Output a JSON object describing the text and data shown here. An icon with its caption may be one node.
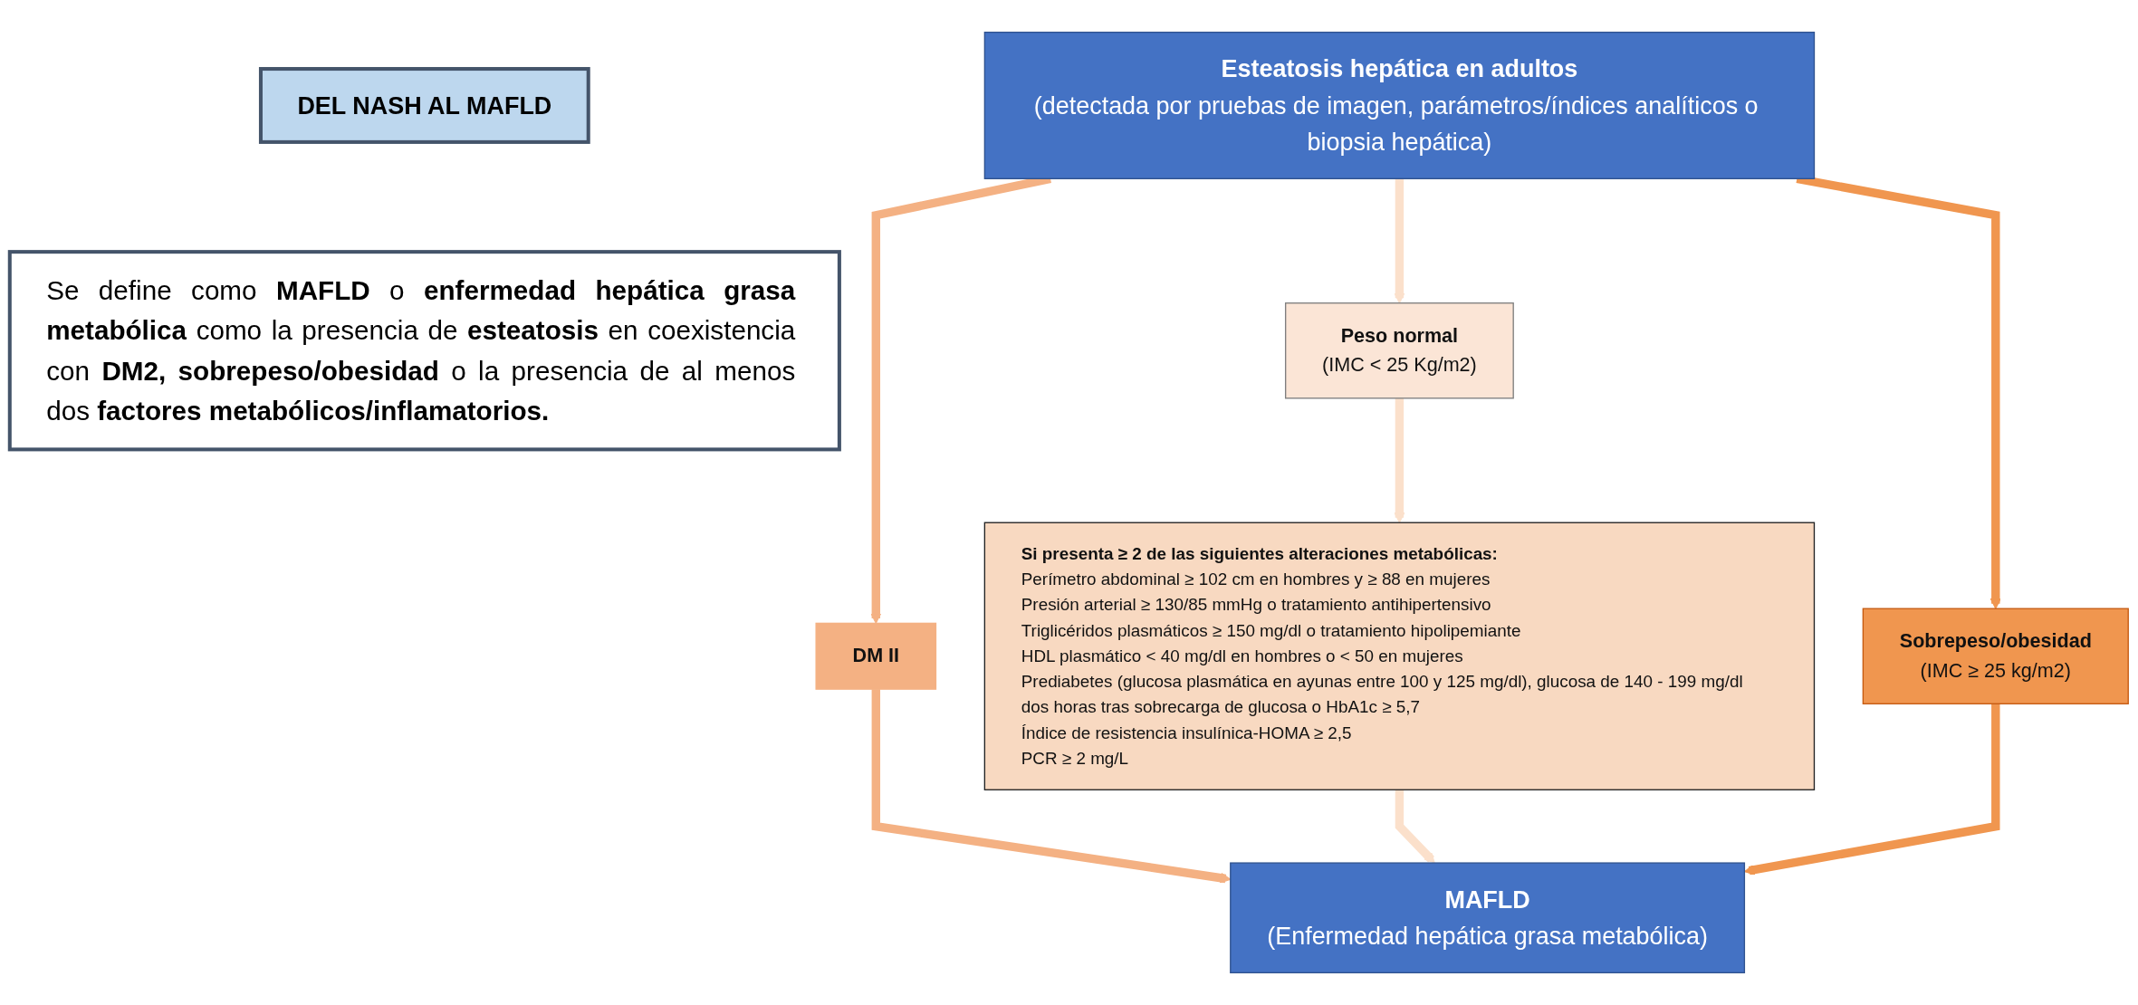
{
  "diagram": {
    "nodes": [
      {
        "text": [
          "Esteatosis hepática en adultos",
          "(detectada por pruebas de imagen, parámetros/índices analíticos o biopsia hepática)"
        ]
      },
      {
        "text": [
          "DM II"
        ]
      },
      {
        "text": [
          "Peso normal",
          "(IMC < 25 Kg/m2)"
        ]
      },
      {
        "text": [
          "Sobrepeso/obesidad",
          "(IMC ≥ 25 kg/m2)"
        ]
      },
      {
        "text": [
          "Si presenta ≥ 2 de las siguientes alteraciones metabólicas:",
          "Perímetro abdominal ≥ 102 cm en hombres y ≥ 88 en mujeres",
          "Presión arterial ≥ 130/85 mmHg o tratamiento antihipertensivo",
          "Triglicéridos plasmáticos ≥ 150 mg/dl o tratamiento hipolipemiante",
          "HDL plasmático < 40 mg/dl en hombres o < 50 en mujeres",
          "Prediabetes (glucosa plasmática en ayunas entre 100 y 125 mg/dl), glucosa de 140 - 199 mg/dl dos horas tras sobrecarga de glucosa o HbA1c ≥ 5,7",
          "Índice de resistencia insulínica-HOMA ≥ 2,5",
          "PCR ≥ 2 mg/L"
        ]
      },
      {
        "text": [
          "MAFLD",
          "(Enfermedad hepática grasa metabólica)"
        ]
      },
      {
        "text": [
          "DEL NASH AL MAFLD"
        ]
      },
      {
        "text": [
          "Se define como **MAFLD** o **enfermedad hepática grasa metabólica** como la presencia de **esteatosis** en coexistencia con **DM2, sobrepeso/obesidad** o la presencia de al menos dos **factores metabólicos/inflamatorios.**"
        ]
      }
    ],
    "edges": [
      {
        "from": 0,
        "to": 1,
        "arrow": "to",
        "color": "#f4b183"
      },
      {
        "from": 0,
        "to": 2,
        "arrow": "to",
        "color": "#fbe0cb"
      },
      {
        "from": 0,
        "to": 3,
        "arrow": "to",
        "color": "#f0964f"
      },
      {
        "from": 1,
        "to": 5,
        "arrow": "to",
        "color": "#f4b183"
      },
      {
        "from": 2,
        "to": 4,
        "arrow": "to",
        "color": "#fbe0cb"
      },
      {
        "from": 4,
        "to": 5,
        "arrow": "to",
        "color": "#fbe0cb"
      },
      {
        "from": 3,
        "to": 5,
        "arrow": "to",
        "color": "#f0964f"
      }
    ]
  }
}
